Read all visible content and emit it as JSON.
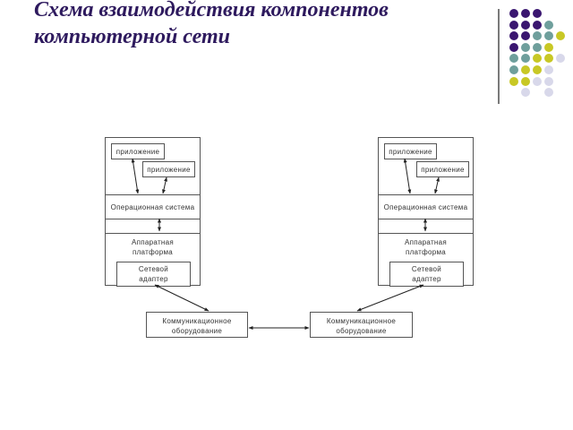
{
  "title": "Схема взаимодействия компонентов компьютерной  сети",
  "decoration": {
    "colors": {
      "P": "#3a1670",
      "T": "#6f9f9c",
      "Y": "#c8c825",
      "L": "#d8d8ea"
    },
    "rows": [
      [
        "P",
        "P",
        "P"
      ],
      [
        "P",
        "P",
        "P",
        "T"
      ],
      [
        "P",
        "P",
        "T",
        "T",
        "Y"
      ],
      [
        "P",
        "T",
        "T",
        "Y"
      ],
      [
        "T",
        "T",
        "Y",
        "Y",
        "L"
      ],
      [
        "T",
        "Y",
        "Y",
        "L"
      ],
      [
        "Y",
        "Y",
        "L",
        "L"
      ],
      [
        "",
        "L",
        "",
        "L"
      ]
    ]
  },
  "nodes": {
    "left": {
      "app1": "приложение",
      "app2": "приложение",
      "os": "Операционная система",
      "hardware_line1": "Аппаратная",
      "hardware_line2": "платформа",
      "adapter_line1": "Сетевой",
      "adapter_line2": "адаптер"
    },
    "right": {
      "app1": "приложение",
      "app2": "приложение",
      "os": "Операционная система",
      "hardware_line1": "Аппаратная",
      "hardware_line2": "платформа",
      "adapter_line1": "Сетевой",
      "adapter_line2": "адаптер"
    },
    "comm_left_line1": "Коммуникационное",
    "comm_left_line2": "оборудование",
    "comm_right_line1": "Коммуникационное",
    "comm_right_line2": "оборудование"
  },
  "edges": [
    {
      "from": "left.app1",
      "to": "left.os"
    },
    {
      "from": "left.app2",
      "to": "left.os"
    },
    {
      "from": "left.os",
      "to": "left.hardware"
    },
    {
      "from": "left.adapter",
      "to": "comm_left"
    },
    {
      "from": "comm_left",
      "to": "comm_right"
    },
    {
      "from": "right.adapter",
      "to": "comm_right"
    },
    {
      "from": "right.app1",
      "to": "right.os"
    },
    {
      "from": "right.app2",
      "to": "right.os"
    },
    {
      "from": "right.os",
      "to": "right.hardware"
    }
  ]
}
